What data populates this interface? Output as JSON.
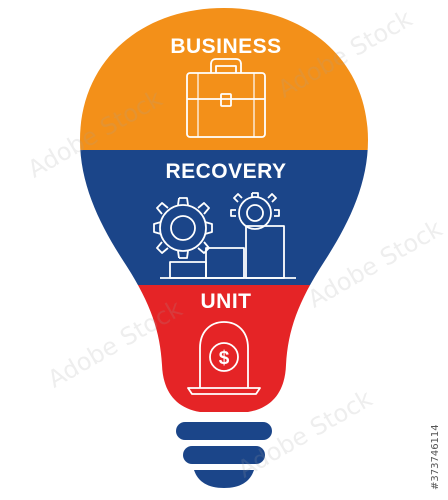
{
  "labels": {
    "top": "BUSINESS",
    "middle": "RECOVERY",
    "bottom": "UNIT"
  },
  "colors": {
    "top": "#F39019",
    "middle": "#1B4589",
    "bottom": "#E52426",
    "base": "#1B4589",
    "icon_stroke": "#ffffff"
  },
  "icons": {
    "top": "briefcase-icon",
    "middle": "gears-and-blocks-icon",
    "bottom": "dollar-bell-icon"
  },
  "stock_id": "#373746114",
  "watermark": "Adobe Stock"
}
